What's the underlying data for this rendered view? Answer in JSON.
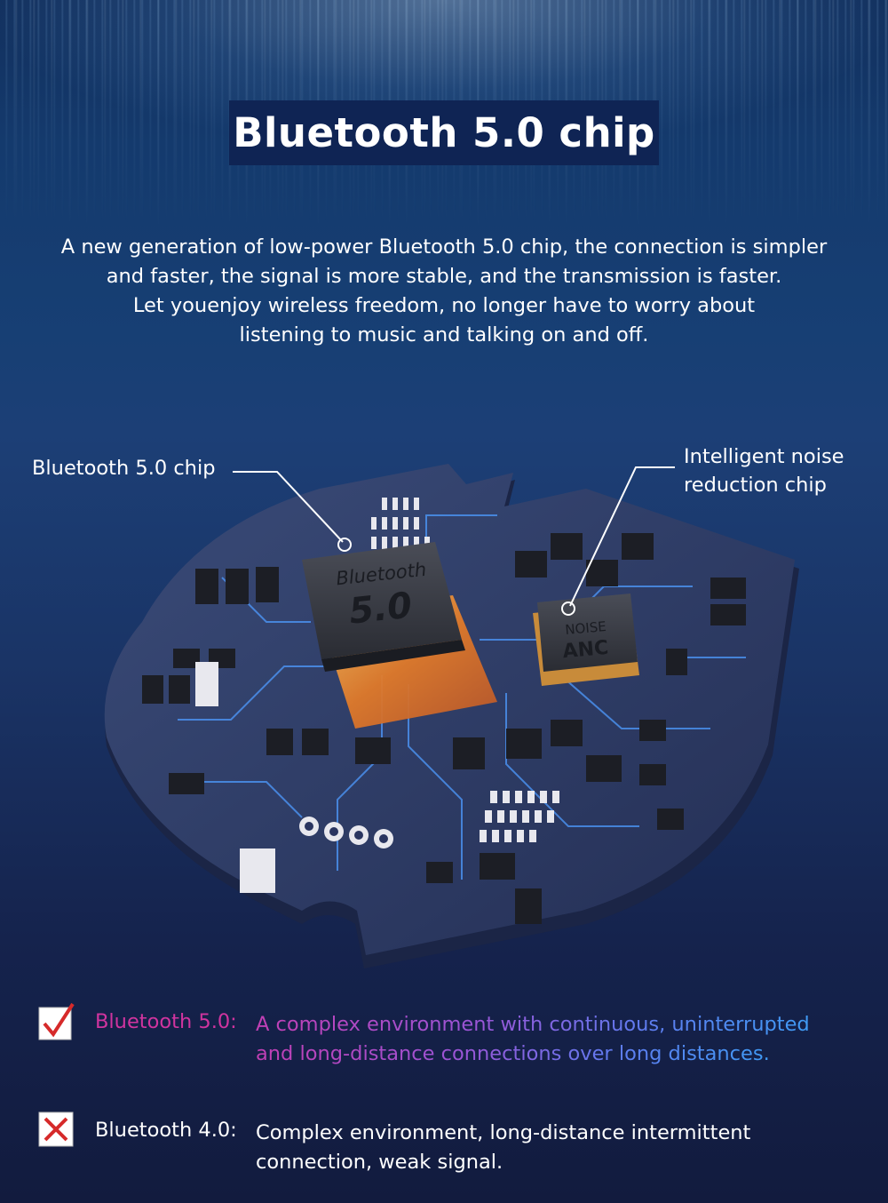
{
  "header": {
    "title": "Bluetooth 5.0 chip"
  },
  "intro": {
    "lines": [
      "A new generation of low-power Bluetooth 5.0 chip, the connection is simpler",
      "and faster, the signal is more stable, and the transmission is faster.",
      "Let youenjoy wireless freedom, no longer have to worry about",
      "listening to music and talking on and off."
    ]
  },
  "diagram": {
    "left_callout": "Bluetooth 5.0 chip",
    "right_callout_lines": [
      "Intelligent noise",
      "reduction chip"
    ],
    "main_chip": {
      "line1": "Bluetooth",
      "line2": "5.0"
    },
    "noise_chip": {
      "line1": "NOISE",
      "line2": "ANC"
    }
  },
  "comparison": [
    {
      "icon": "check-icon",
      "label": "Bluetooth 5.0:",
      "lines": [
        "A complex environment with continuous, uninterrupted",
        "and long-distance connections over long distances."
      ]
    },
    {
      "icon": "cross-icon",
      "label": "Bluetooth 4.0:",
      "lines": [
        "Complex environment, long-distance intermittent",
        "connection, weak signal."
      ]
    }
  ],
  "colors": {
    "title_box": "#0f2454",
    "accent_pink": "#d0349f",
    "accent_blue": "#3f9bf5",
    "board": "#2b3a63",
    "chip_gold": "#e0a84a"
  }
}
